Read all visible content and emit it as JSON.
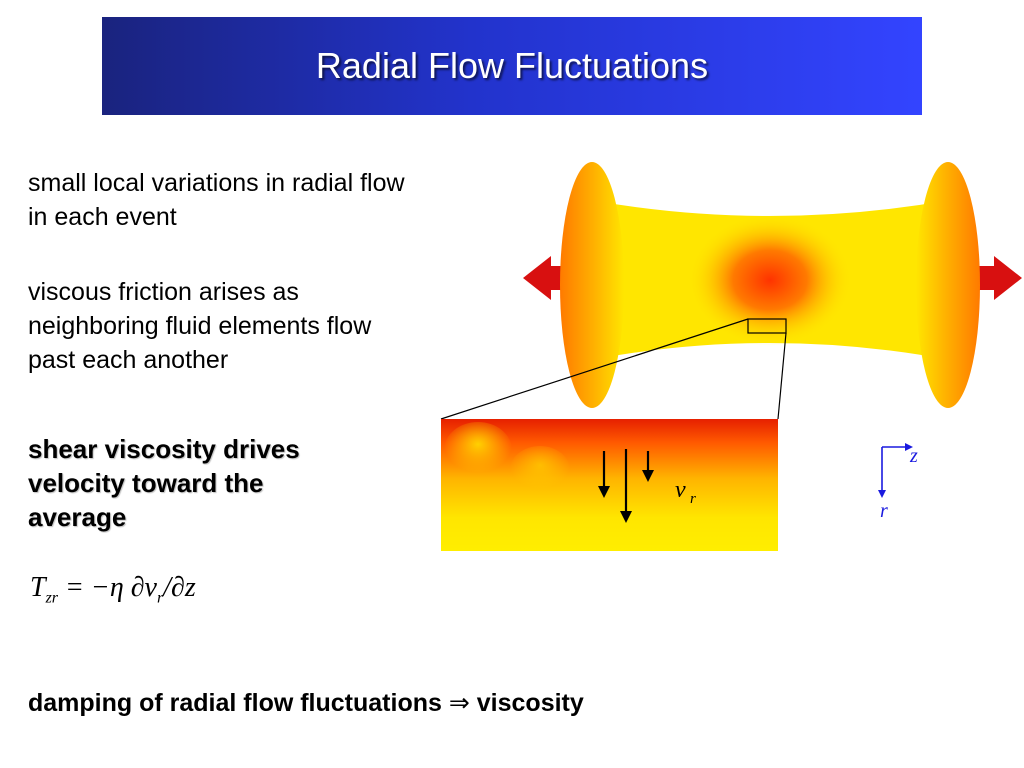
{
  "title": "Radial Flow Fluctuations",
  "paragraphs": [
    "small local variations in radial flow in each event",
    "viscous friction arises as neighboring fluid elements flow past each another"
  ],
  "emphasis": "shear viscosity drives velocity toward the average",
  "formula": {
    "T": "T",
    "T_sub": "zr",
    "rhs": "= −η ∂v",
    "v_sub": "r",
    "tail": "/∂z"
  },
  "figure": {
    "velocity_label": "v",
    "velocity_sub": "r",
    "axis_z": "z",
    "axis_r": "r"
  },
  "conclusion": {
    "left": "damping of radial flow fluctuations",
    "arrow": "⇒",
    "right": "viscosity"
  }
}
